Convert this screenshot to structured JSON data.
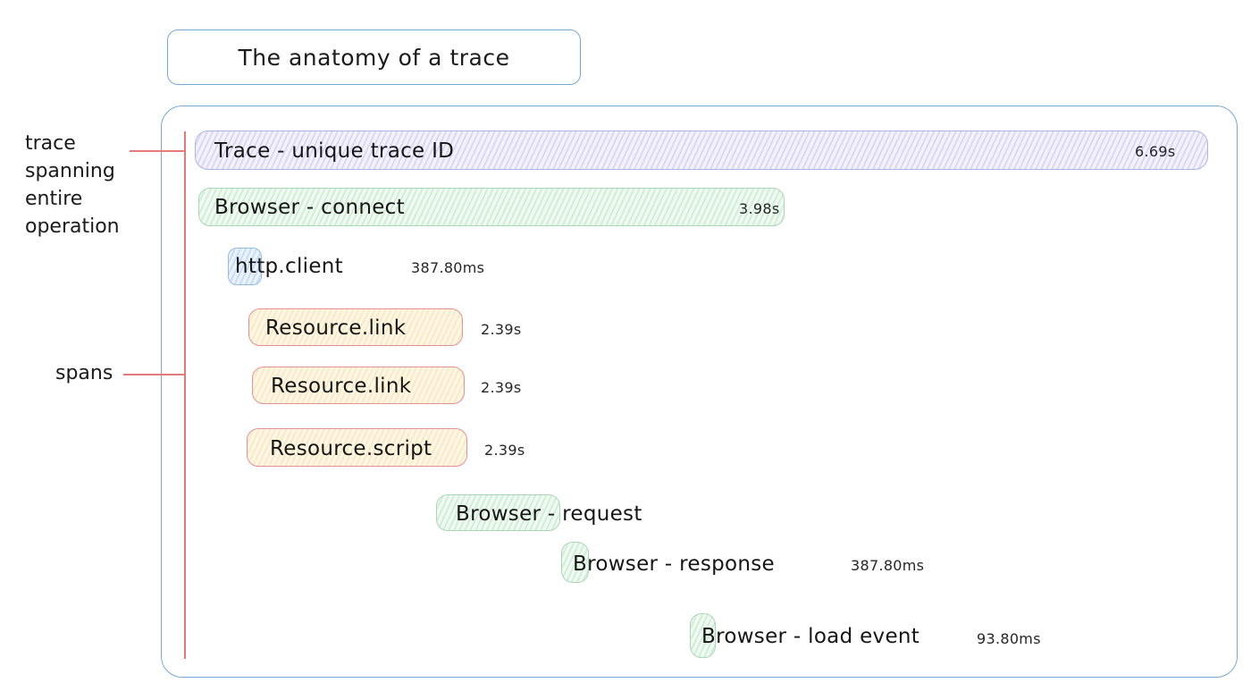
{
  "title": "The anatomy of a trace",
  "annotations": {
    "trace_lines": [
      "trace",
      "spanning",
      "entire",
      "operation"
    ],
    "spans_label": "spans"
  },
  "trace": {
    "label": "Trace - unique trace ID",
    "duration": "6.69s"
  },
  "spans": [
    {
      "id": "browser-connect",
      "label": "Browser - connect",
      "duration": "3.98s",
      "color": "green"
    },
    {
      "id": "http-client",
      "label": "http.client",
      "duration": "387.80ms",
      "color": "blue"
    },
    {
      "id": "resource-link-1",
      "label": "Resource.link",
      "duration": "2.39s",
      "color": "yellow"
    },
    {
      "id": "resource-link-2",
      "label": "Resource.link",
      "duration": "2.39s",
      "color": "yellow"
    },
    {
      "id": "resource-script",
      "label": "Resource.script",
      "duration": "2.39s",
      "color": "yellow"
    },
    {
      "id": "browser-request",
      "label": "Browser - request",
      "duration": "",
      "color": "green"
    },
    {
      "id": "browser-response",
      "label": "Browser - response",
      "duration": "387.80ms",
      "color": "green"
    },
    {
      "id": "browser-load-event",
      "label": "Browser - load event",
      "duration": "93.80ms",
      "color": "green"
    }
  ],
  "colors": {
    "container_border": "#74a7db",
    "annotation_line": "#e57a7a",
    "trace_fill": "#f3f1fc",
    "trace_border": "#a8b6ea",
    "green_fill": "#effaf1",
    "green_border": "#a9d8b4",
    "blue_fill": "#eaf3fd",
    "blue_border": "#93bbe9",
    "yellow_fill": "#fdf7e4",
    "yellow_border": "#e79292"
  }
}
